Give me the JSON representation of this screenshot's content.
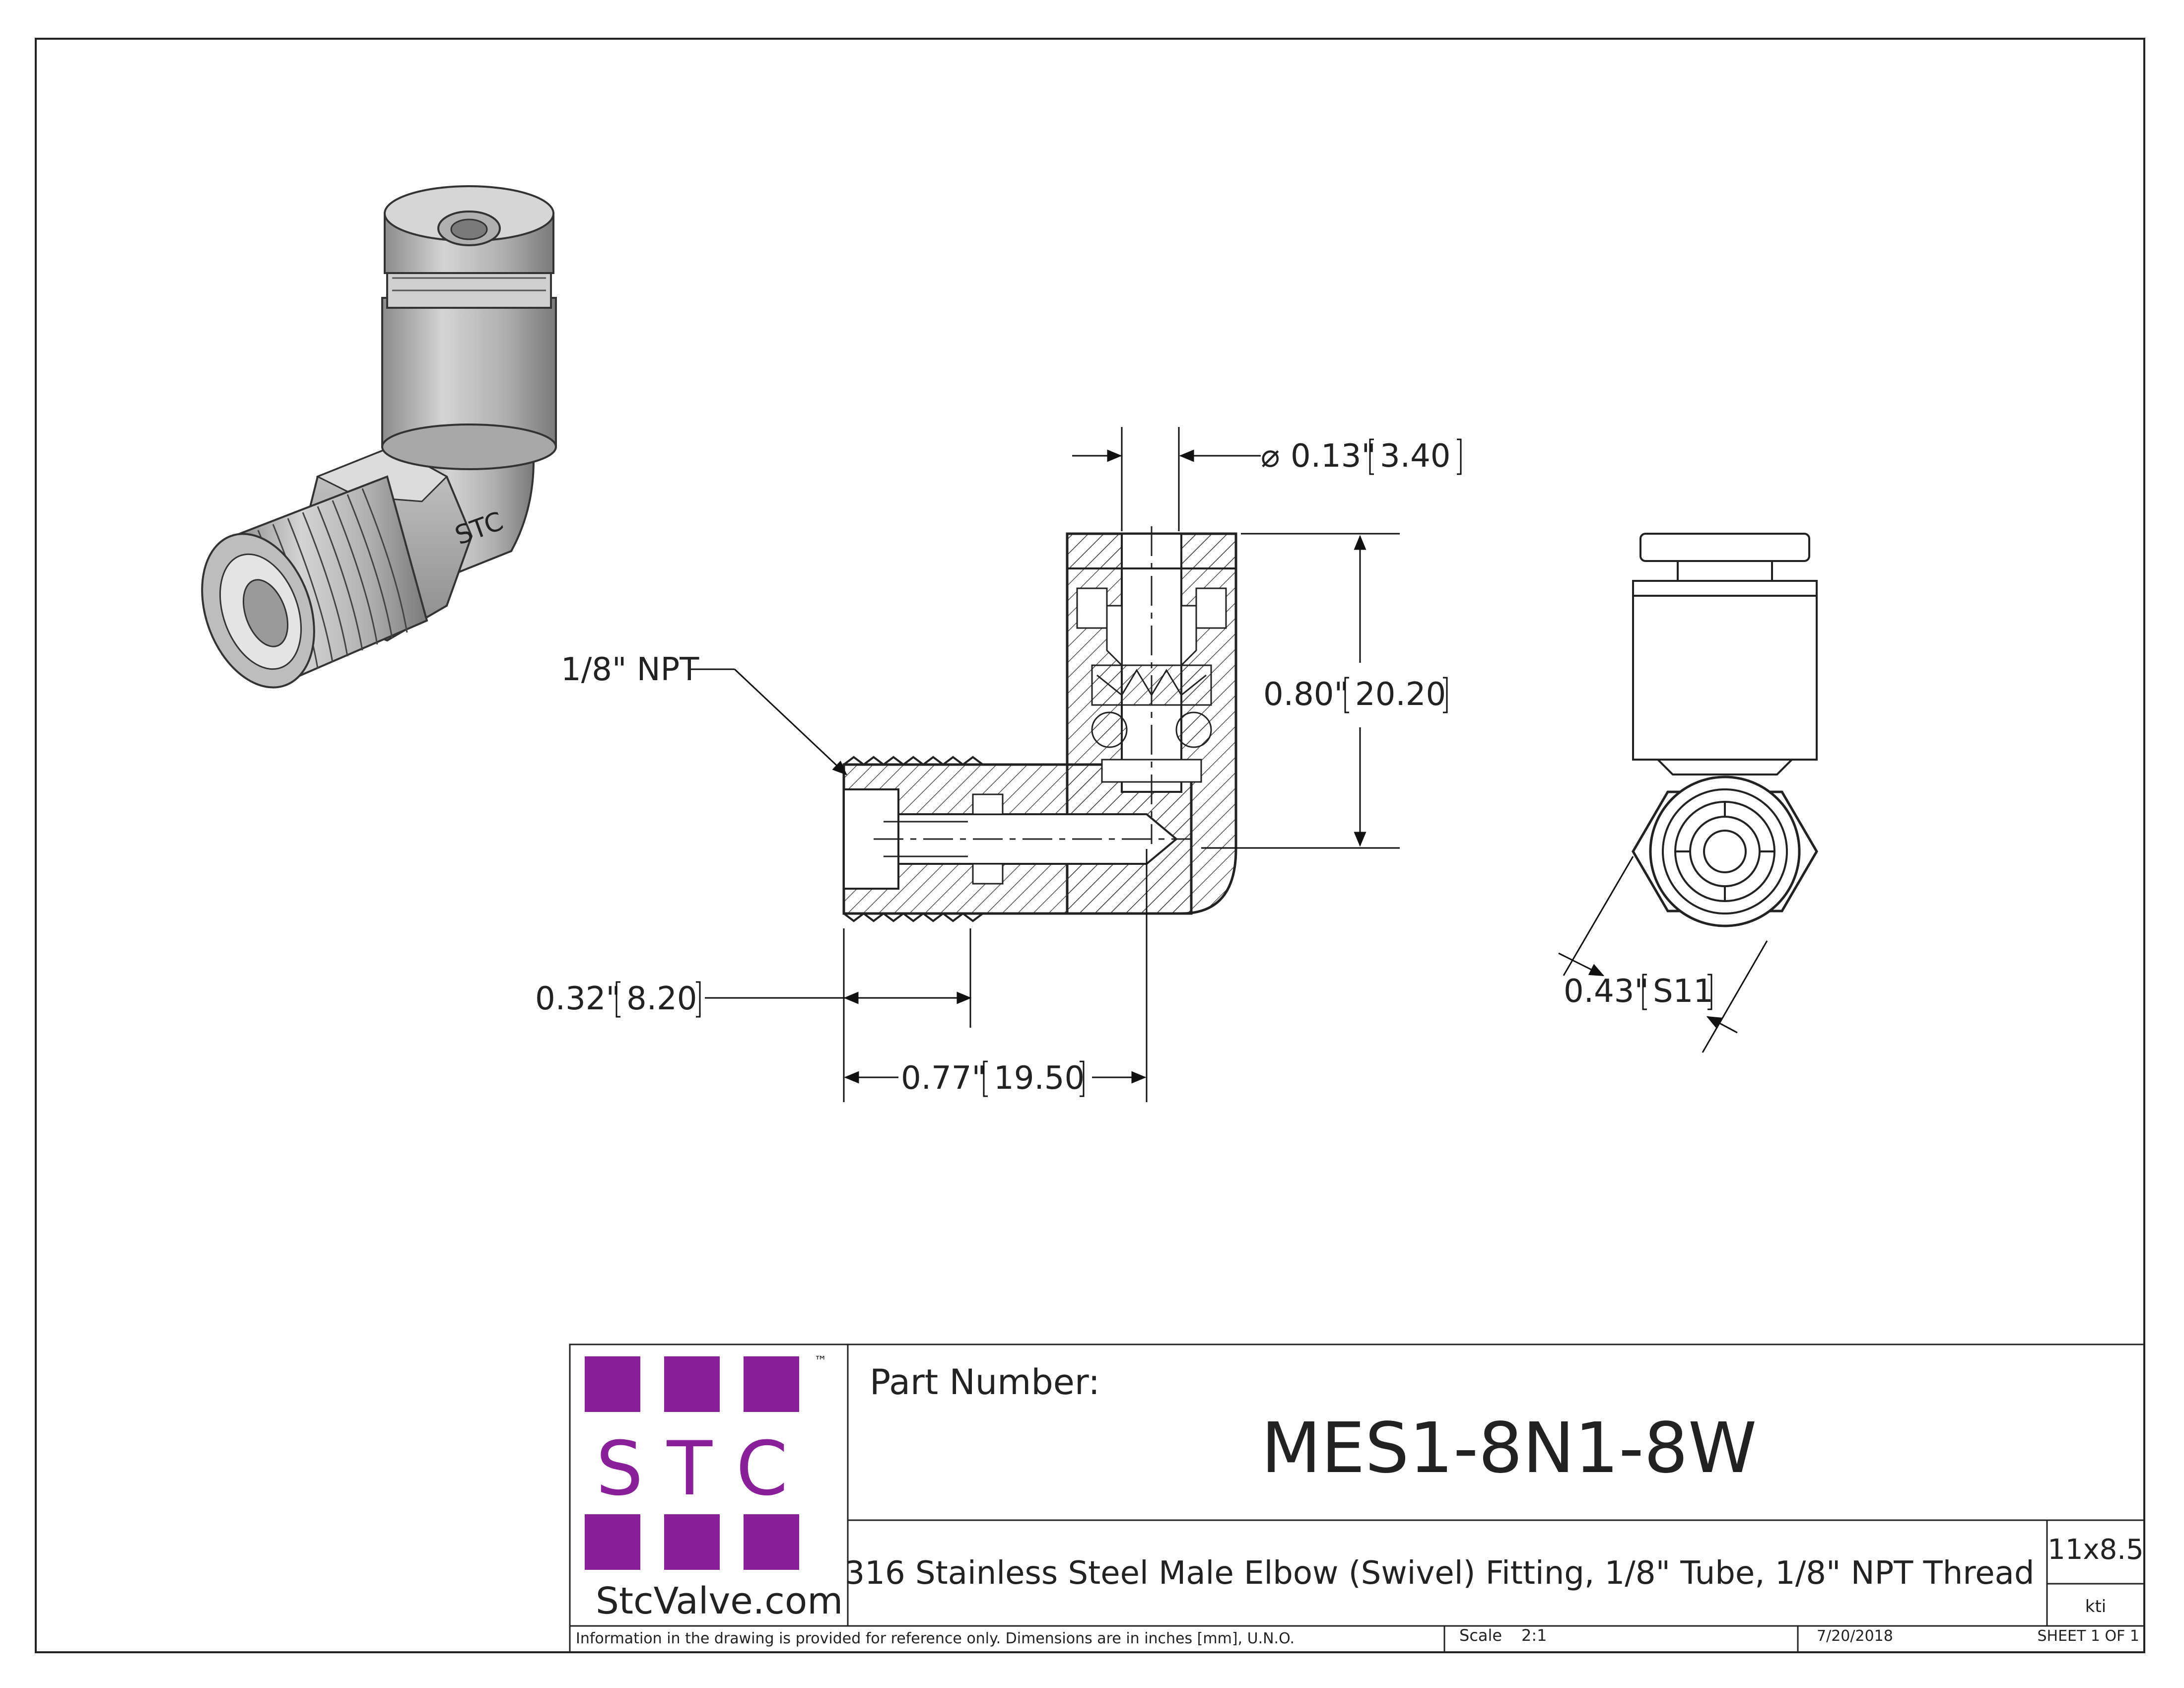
{
  "drawing": {
    "npt_callout": "1/8\" NPT",
    "dims": {
      "bore_diameter": {
        "symbol": "⌀",
        "inch": "0.13\"",
        "mm": "3.40"
      },
      "height": {
        "inch": "0.80\"",
        "mm": "20.20"
      },
      "thread_length": {
        "inch": "0.32\"",
        "mm": "8.20"
      },
      "overall_length": {
        "inch": "0.77\"",
        "mm": "19.50"
      },
      "hex_size": {
        "inch": "0.43\"",
        "mm": "S11"
      }
    },
    "body_marking": "STC"
  },
  "title_block": {
    "logo": {
      "letters": "S T C",
      "tm": "™",
      "website": "StcValve.com",
      "brand_color": "#8a1f9a"
    },
    "part_number_label": "Part Number:",
    "part_number": "MES1-8N1-8W",
    "description": "316 Stainless Steel Male Elbow (Swivel) Fitting, 1/8\" Tube, 1/8\" NPT Thread",
    "sheet_size": "11x8.5",
    "drawn_by": "kti",
    "disclaimer": "Information in the drawing is provided for reference only. Dimensions are in inches [mm], U.N.O.",
    "scale_label": "Scale",
    "scale_value": "2:1",
    "date": "7/20/2018",
    "sheet": "SHEET 1 OF 1"
  }
}
